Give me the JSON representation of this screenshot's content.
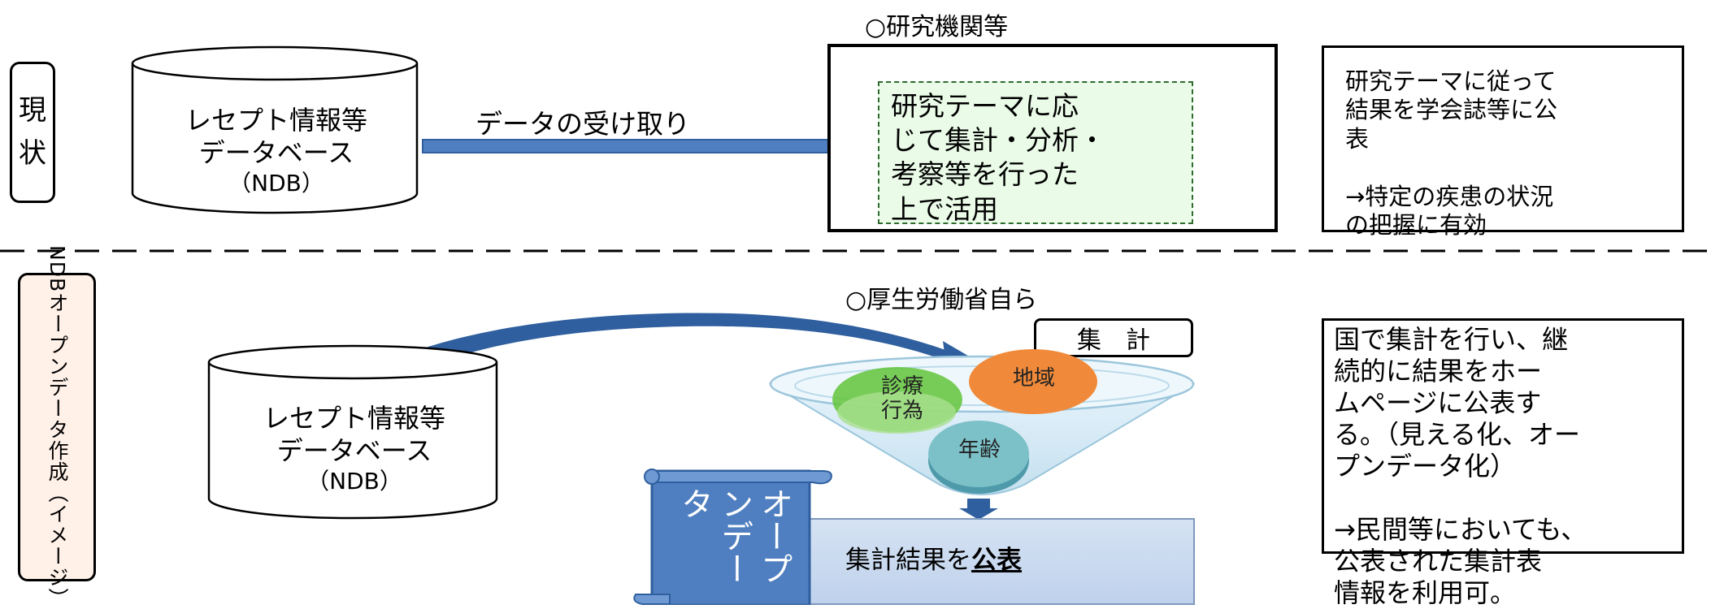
{
  "top": {
    "label_chars": [
      "現",
      "状"
    ],
    "db_lines": [
      "レセプト情報等",
      "データベース",
      "（NDB）"
    ],
    "arrow_label": "データの受け取り",
    "heading": "○研究機関等",
    "research_box": "研究テーマに応\nじて集計・分析・\n考察等を行った\n上で活用",
    "note": "研究テーマに従って\n結果を学会誌等に公\n表\n\n→特定の疾患の状況\nの把握に有効"
  },
  "bottom": {
    "label": "NDBオープンデータ作成（イメージ）",
    "heading": "○厚生労働省自ら",
    "db_lines": [
      "レセプト情報等",
      "データベース",
      "（NDB）"
    ],
    "aggregate_label": "集　計",
    "circle_medical": [
      "診療",
      "行為"
    ],
    "circle_region": "地域",
    "circle_age": "年齢",
    "scroll_text": "オープンデータ",
    "result_text": "集計結果を",
    "result_emph": "公表",
    "note": "国で集計を行い、継\n続的に結果をホー\nムページに公表す\nる。（見える化、オー\nプンデータ化）\n\n→民間等においても、\n公表された集計表\n情報を利用可。"
  },
  "colors": {
    "arrow_blue": "#4f7fc0",
    "dark_blue": "#2f5f9e",
    "green_circle": "#62c43a",
    "orange_circle": "#f08a3a",
    "teal_circle": "#7cc0c8",
    "dash_green_bg": "#eafbe8"
  }
}
